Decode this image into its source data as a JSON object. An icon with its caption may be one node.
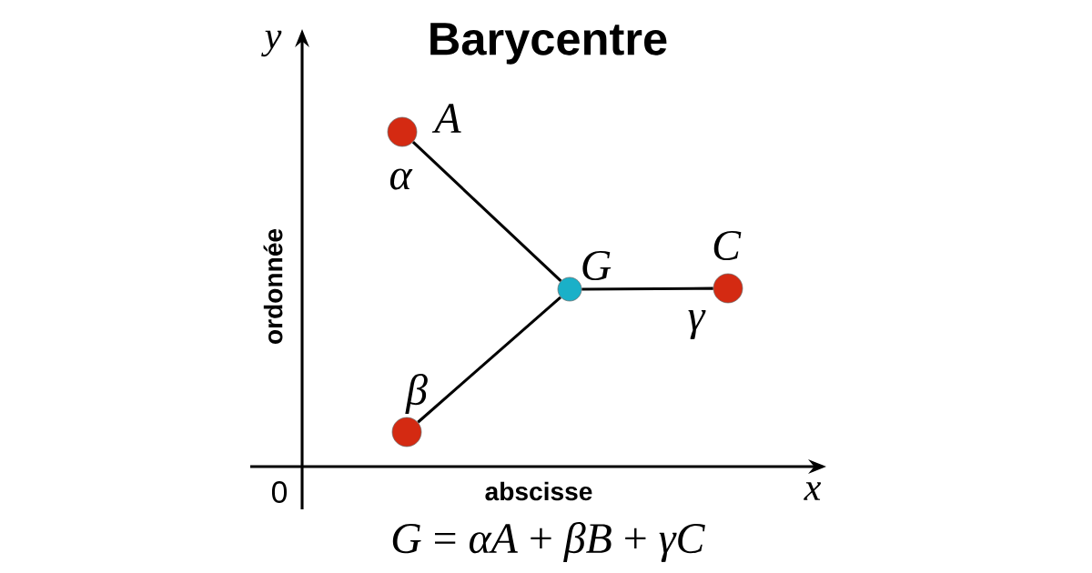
{
  "diagram": {
    "title": "Barycentre",
    "caption": "*G* = *αA* + *βB* + *γC*",
    "nodes": [
      {
        "text": [],
        "shape": "circle",
        "beside": [
          "A",
          "α"
        ]
      },
      {
        "text": [],
        "shape": "circle",
        "beside": [
          "β"
        ]
      },
      {
        "text": [],
        "shape": "circle",
        "beside": [
          "C",
          "γ"
        ]
      },
      {
        "text": [],
        "shape": "circle",
        "beside": [
          "G"
        ]
      }
    ],
    "edges": [
      {
        "from": 0,
        "to": 3,
        "arrow": "none"
      },
      {
        "from": 1,
        "to": 3,
        "arrow": "none"
      },
      {
        "from": 3,
        "to": 2,
        "arrow": "none"
      }
    ],
    "labels": [
      "y",
      "ordonnée",
      "0",
      "abscisse",
      "x"
    ]
  }
}
